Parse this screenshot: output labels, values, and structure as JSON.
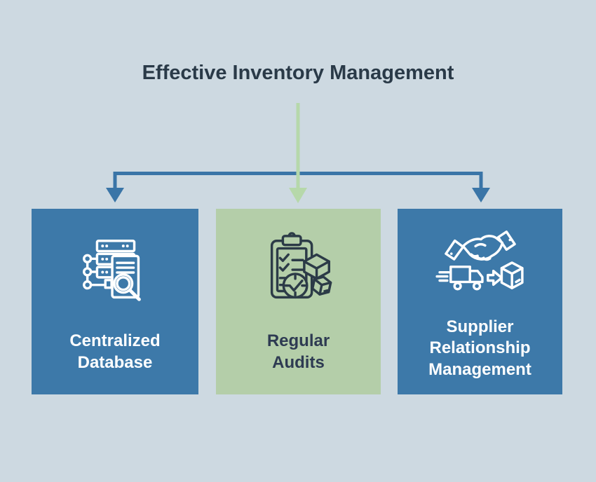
{
  "title": "Effective Inventory Management",
  "colors": {
    "background": "#cdd9e1",
    "box-blue": "#3d79a9",
    "box-green": "#b4cea9",
    "title-text": "#2a3a48",
    "label-on-blue": "#ffffff",
    "label-on-green": "#2e3b52",
    "connector-blue": "#3a75a7",
    "connector-green": "#b6d8aa",
    "icon-dark": "#2c3b47"
  },
  "nodes": [
    {
      "label": "Centralized\nDatabase",
      "icon": "servers-search-icon",
      "variant": "blue"
    },
    {
      "label": "Regular\nAudits",
      "icon": "audit-clipboard-clock-icon",
      "variant": "green"
    },
    {
      "label": "Supplier\nRelationship\nManagement",
      "icon": "handshake-delivery-icon",
      "variant": "blue"
    }
  ]
}
